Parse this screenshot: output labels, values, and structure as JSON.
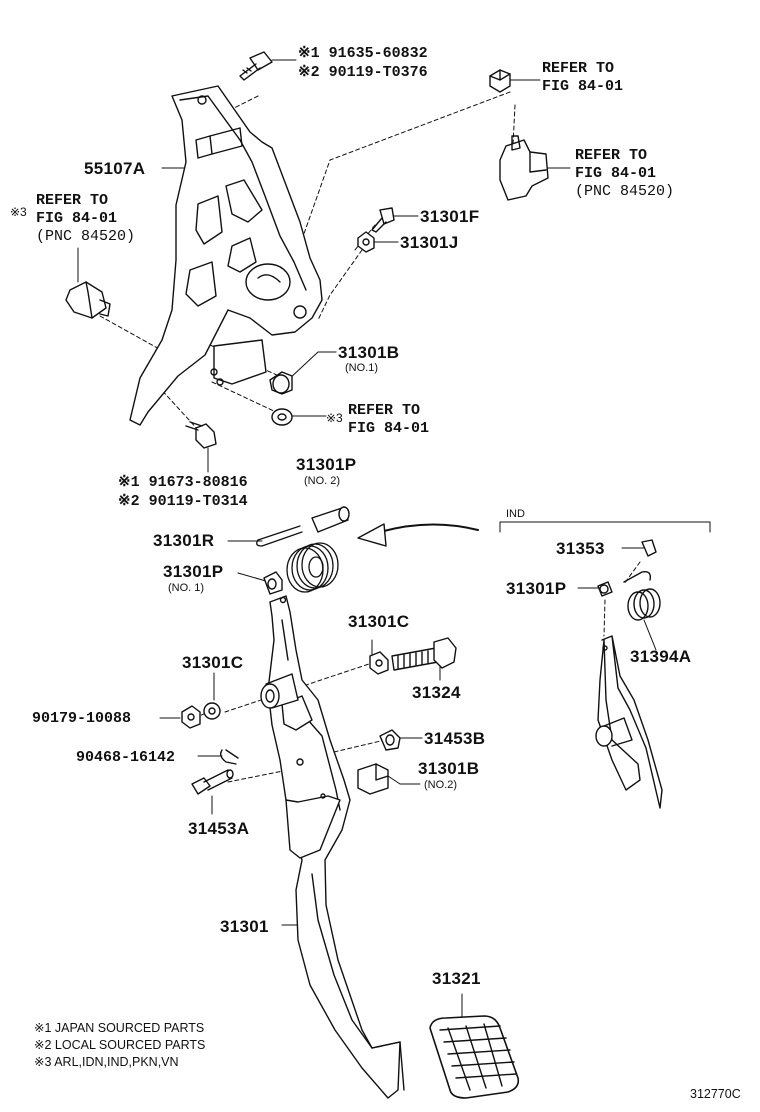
{
  "labels": {
    "bolt_top_1": "※1 91635-60832",
    "bolt_top_2": "※2 90119-T0376",
    "ref_top_1": "REFER TO",
    "ref_top_2": "FIG 84-01",
    "ref_sw_1": "REFER TO",
    "ref_sw_2": "FIG 84-01",
    "ref_sw_3": "(PNC 84520)",
    "p55107A": "55107A",
    "ref_left_0": "※3",
    "ref_left_1": "REFER TO",
    "ref_left_2": "FIG 84-01",
    "ref_left_3": "(PNC 84520)",
    "p31301F": "31301F",
    "p31301J": "31301J",
    "p31301B_1": "31301B",
    "p31301B_1_sub": "(NO.1)",
    "ref_mid_0": "※3",
    "ref_mid_1": "REFER TO",
    "ref_mid_2": "FIG 84-01",
    "bolt_bot_1": "※1 91673-80816",
    "bolt_bot_2": "※2 90119-T0314",
    "p31301P_2": "31301P",
    "p31301P_2_sub": "(NO. 2)",
    "p31301R": "31301R",
    "p31301P_1": "31301P",
    "p31301P_1_sub": "(NO. 1)",
    "ind": "IND",
    "p31353": "31353",
    "p31301P_ind": "31301P",
    "p31394A": "31394A",
    "p31301C_a": "31301C",
    "p31301C_b": "31301C",
    "p31324": "31324",
    "p90179": "90179-10088",
    "p31453B": "31453B",
    "p90468": "90468-16142",
    "p31301B_2": "31301B",
    "p31301B_2_sub": "(NO.2)",
    "p31453A": "31453A",
    "p31301": "31301",
    "p31321": "31321",
    "note_1": "※1 JAPAN SOURCED PARTS",
    "note_2": "※2 LOCAL SOURCED PARTS",
    "note_3": "※3 ARL,IDN,IND,PKN,VN",
    "figure_no": "312770C"
  }
}
